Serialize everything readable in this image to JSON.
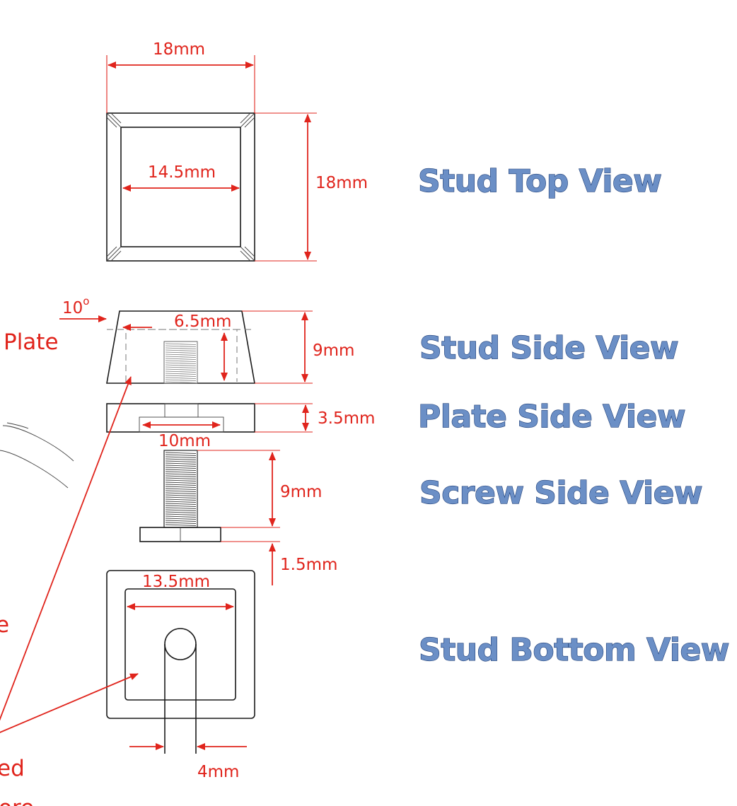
{
  "views": {
    "top": {
      "title": "Stud Top View",
      "width_label": "18mm",
      "inner_label": "14.5mm",
      "height_label": "18mm"
    },
    "stud_side": {
      "title": "Stud Side View",
      "angle_label": "10",
      "angle_unit": "o",
      "depth_label": "6.5mm",
      "height_label": "9mm"
    },
    "plate_side": {
      "title": "Plate Side View",
      "height_label": "3.5mm",
      "hole_label": "10mm"
    },
    "screw_side": {
      "title": "Screw Side View",
      "length_label": "9mm",
      "head_label": "1.5mm"
    },
    "bottom": {
      "title": "Stud Bottom View",
      "inner_label": "13.5mm",
      "hole_label": "4mm"
    }
  },
  "side_fragments": {
    "plate": "Plate",
    "e": "e",
    "ed": "ed",
    "partial": "ore"
  },
  "colors": {
    "dimension": "#e0241c",
    "title_fill": "#6b8fc6",
    "title_outline": "#1f3f78",
    "ink": "#1a1a1a"
  }
}
